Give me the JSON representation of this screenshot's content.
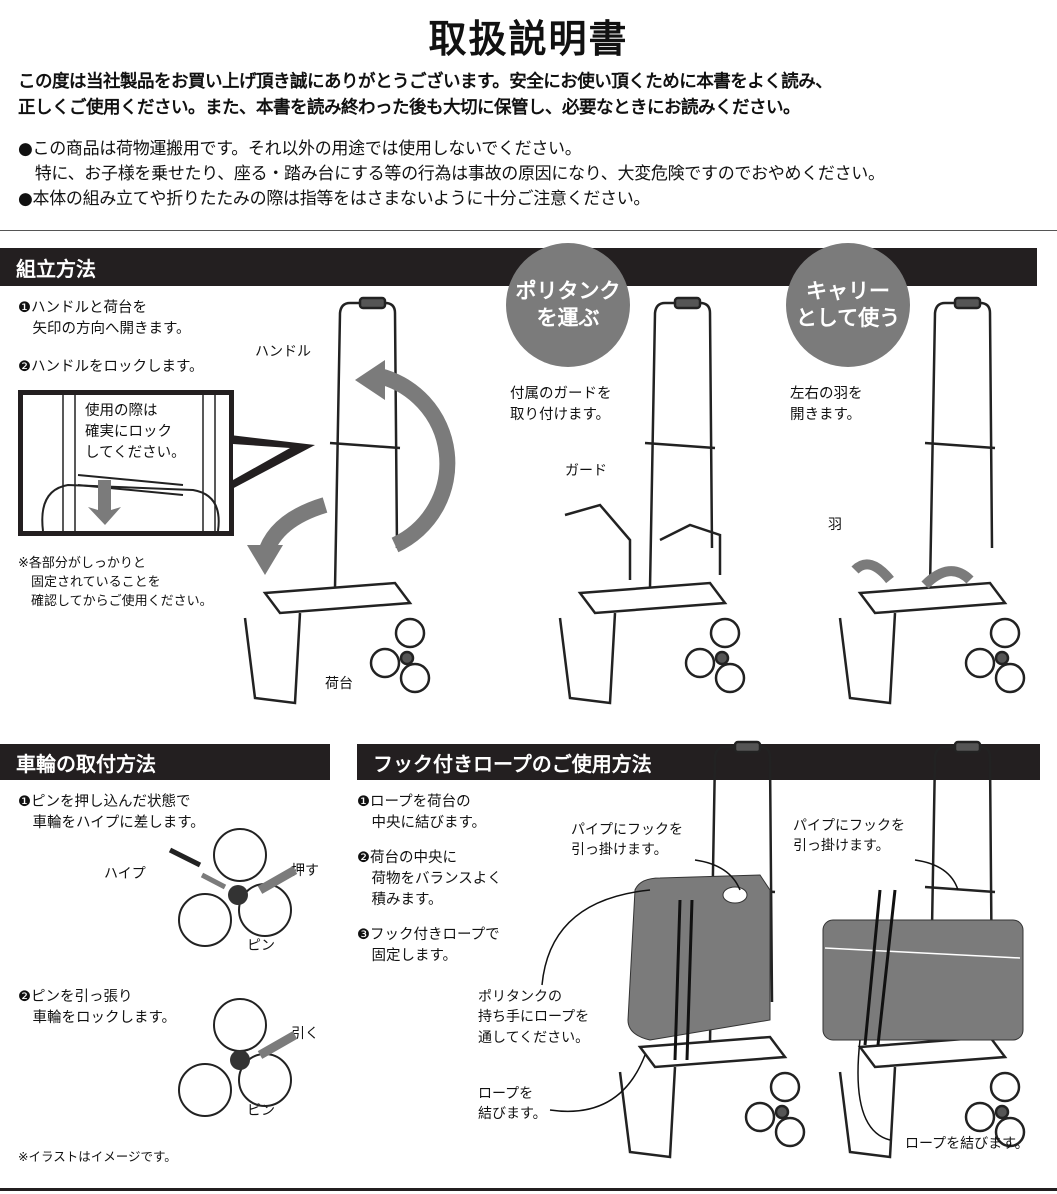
{
  "title": "取扱説明書",
  "intro": [
    "この度は当社製品をお買い上げ頂き誠にありがとうございます。安全にお使い頂くために本書をよく読み、",
    "正しくご使用ください。また、本書を読み終わった後も大切に保管し、必要なときにお読みください。"
  ],
  "bullets": [
    "●この商品は荷物運搬用です。それ以外の用途では使用しないでください。",
    "　特に、お子様を乗せたり、座る・踏み台にする等の行為は事故の原因になり、大変危険ですのでおやめください。",
    "●本体の組み立てや折りたたみの際は指等をはさまないように十分ご注意ください。"
  ],
  "assembly": {
    "header": "組立方法",
    "steps": [
      "❶ハンドルと荷台を",
      "　矢印の方向へ開きます。",
      "❷ハンドルをロックします。"
    ],
    "callout": [
      "使用の際は",
      "確実にロック",
      "してください。"
    ],
    "note": [
      "※各部分がしっかりと",
      "　固定されていることを",
      "　確認してからご使用ください。"
    ],
    "label_handle": "ハンドル",
    "label_platform": "荷台"
  },
  "tank": {
    "badge": [
      "ポリタンク",
      "を運ぶ"
    ],
    "text": [
      "付属のガードを",
      "取り付けます。"
    ],
    "label_guard": "ガード"
  },
  "carry": {
    "badge": [
      "キャリー",
      "として使う"
    ],
    "text": [
      "左右の羽を",
      "開きます。"
    ],
    "label_wing": "羽"
  },
  "wheel": {
    "header": "車輪の取付方法",
    "step1": [
      "❶ピンを押し込んだ状態で",
      "　車輪をハイプに差します。"
    ],
    "label_pipe": "ハイプ",
    "label_push": "押す",
    "label_pin1": "ピン",
    "step2": [
      "❷ピンを引っ張り",
      "　車輪をロックします。"
    ],
    "label_pull": "引く",
    "label_pin2": "ピン",
    "note": "※イラストはイメージです。"
  },
  "rope": {
    "header": "フック付きロープのご使用方法",
    "steps": [
      "❶ロープを荷台の",
      "　中央に結びます。",
      "❷荷台の中央に",
      "　荷物をバランスよく",
      "　積みます。",
      "❸フック付きロープで",
      "　固定します。"
    ],
    "hook1": [
      "パイプにフックを",
      "引っ掛けます。"
    ],
    "hook2": [
      "パイプにフックを",
      "引っ掛けます。"
    ],
    "tank_handle": [
      "ポリタンクの",
      "持ち手にロープを",
      "通してください。"
    ],
    "tie1": [
      "ロープを",
      "結びます。"
    ],
    "tie2": "ロープを結びます。"
  }
}
